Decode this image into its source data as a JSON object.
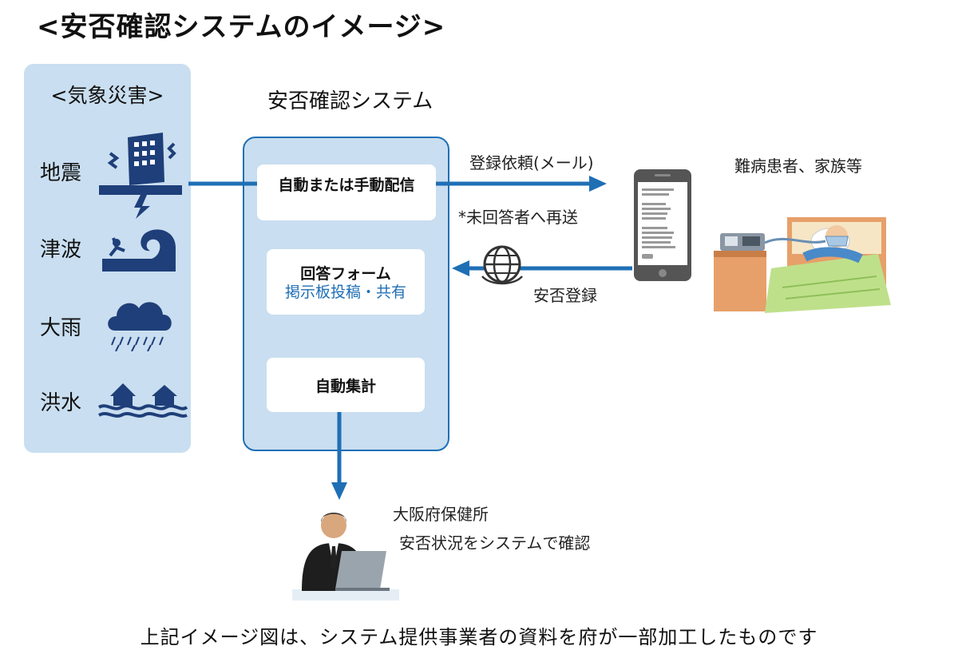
{
  "title": "<安否確認システムのイメージ>",
  "disaster_panel": {
    "title": "<気象災害>",
    "items": [
      {
        "label": "地震",
        "icon": "earthquake-icon"
      },
      {
        "label": "津波",
        "icon": "tsunami-icon"
      },
      {
        "label": "大雨",
        "icon": "heavy-rain-icon"
      },
      {
        "label": "洪水",
        "icon": "flood-icon"
      }
    ]
  },
  "system": {
    "title": "安否確認システム",
    "auto_delivery": "自動または手動配信",
    "answer_form": "回答フォーム",
    "bulletin": "掲示板投稿・共有",
    "auto_count": "自動集計"
  },
  "arrows": {
    "request_label": "登録依頼(メール)",
    "resend_note": "*未回答者へ再送",
    "register_label": "安否登録"
  },
  "patient_label": "難病患者、家族等",
  "health_center": {
    "name": "大阪府保健所",
    "action": "安否状況をシステムで確認"
  },
  "caption": "上記イメージ図は、システム提供事業者の資料を府が一部加工したものです",
  "colors": {
    "accent_blue": "#1f6fb5",
    "panel_bg": "#c9def0",
    "icon_navy": "#1f3f7a"
  }
}
